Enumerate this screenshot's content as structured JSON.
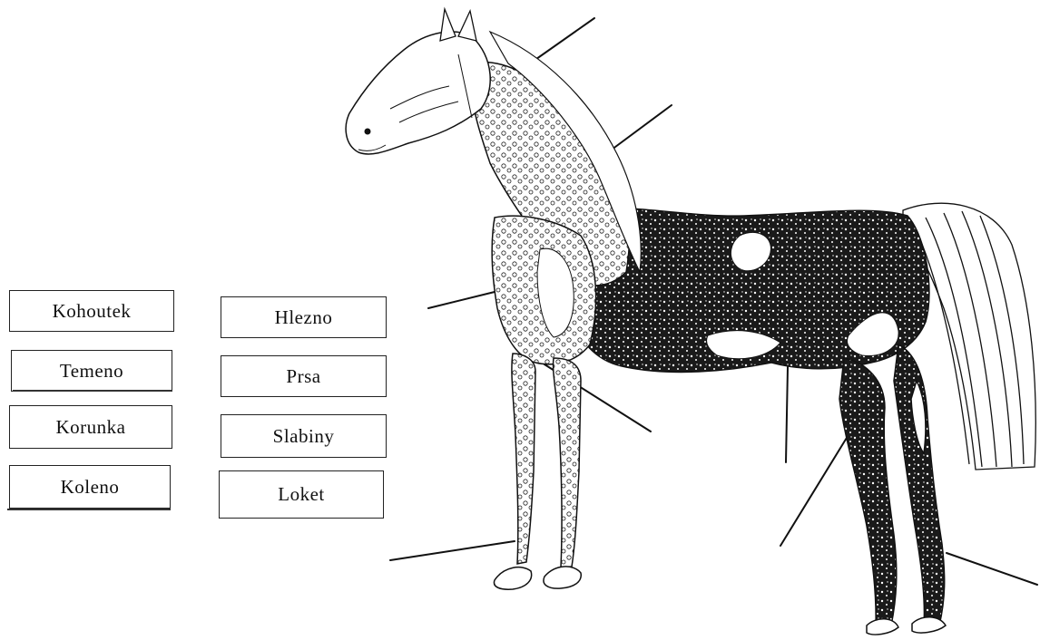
{
  "labels": {
    "left_column": [
      "Kohoutek",
      "Temeno",
      "Korunka",
      "Koleno"
    ],
    "right_column": [
      "Hlezno",
      "Prsa",
      "Slabiny",
      "Loket"
    ]
  },
  "colors": {
    "ink": "#111111",
    "paper": "#ffffff"
  }
}
